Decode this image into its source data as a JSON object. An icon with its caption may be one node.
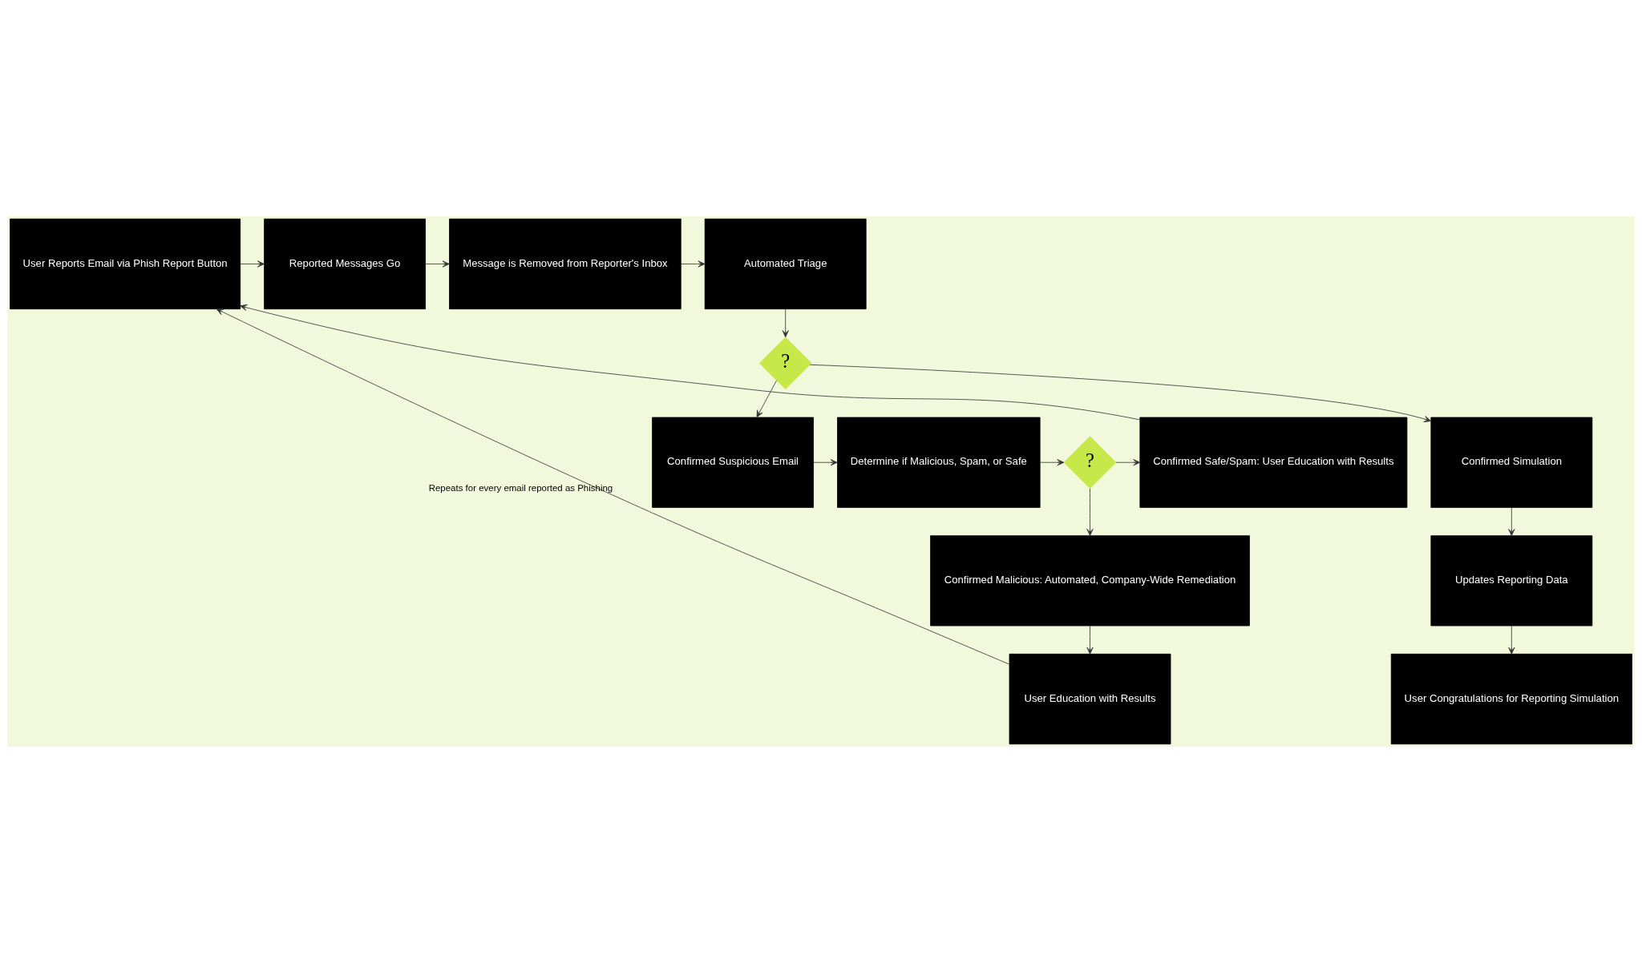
{
  "diagram": {
    "nodes": [
      {
        "text": [
          "User Reports Email via Phish Report Button"
        ]
      },
      {
        "text": [
          "Reported Messages Go"
        ]
      },
      {
        "text": [
          "Message is Removed from Reporter's Inbox"
        ]
      },
      {
        "text": [
          "Automated Triage"
        ]
      },
      {
        "text": [
          "?"
        ]
      },
      {
        "text": [
          "Confirmed Safe/Spam: User Education with Results"
        ]
      },
      {
        "text": [
          "?"
        ]
      },
      {
        "text": [
          "Determine if Malicious, Spam, or Safe"
        ]
      },
      {
        "text": [
          "Confirmed Suspicious Email"
        ]
      },
      {
        "text": [
          "Confirmed Simulation"
        ]
      },
      {
        "text": [
          "Confirmed Malicious: Automated, Company-Wide Remediation"
        ]
      },
      {
        "text": [
          "Updates Reporting Data"
        ]
      },
      {
        "text": [
          "User Education with Results"
        ]
      },
      {
        "text": [
          "User Congratulations for Reporting Simulation"
        ]
      }
    ],
    "edges": [
      {
        "from": 0,
        "to": 1,
        "arrow": "to"
      },
      {
        "from": 1,
        "to": 2,
        "arrow": "to"
      },
      {
        "from": 2,
        "to": 3,
        "arrow": "to"
      },
      {
        "from": 3,
        "to": 4,
        "arrow": "to"
      },
      {
        "from": 4,
        "to": 8,
        "arrow": "to"
      },
      {
        "from": 4,
        "to": 9,
        "arrow": "to"
      },
      {
        "from": 8,
        "to": 7,
        "arrow": "to"
      },
      {
        "from": 7,
        "to": 6,
        "arrow": "to"
      },
      {
        "from": 6,
        "to": 5,
        "arrow": "to"
      },
      {
        "from": 6,
        "to": 10,
        "arrow": "to"
      },
      {
        "from": 9,
        "to": 11,
        "arrow": "to"
      },
      {
        "from": 10,
        "to": 12,
        "arrow": "to"
      },
      {
        "from": 11,
        "to": 13,
        "arrow": "to"
      },
      {
        "from": 5,
        "to": 0,
        "arrow": "to"
      },
      {
        "from": 12,
        "to": 0,
        "arrow": "to",
        "label": "Repeats for every email reported as Phishing"
      }
    ]
  }
}
